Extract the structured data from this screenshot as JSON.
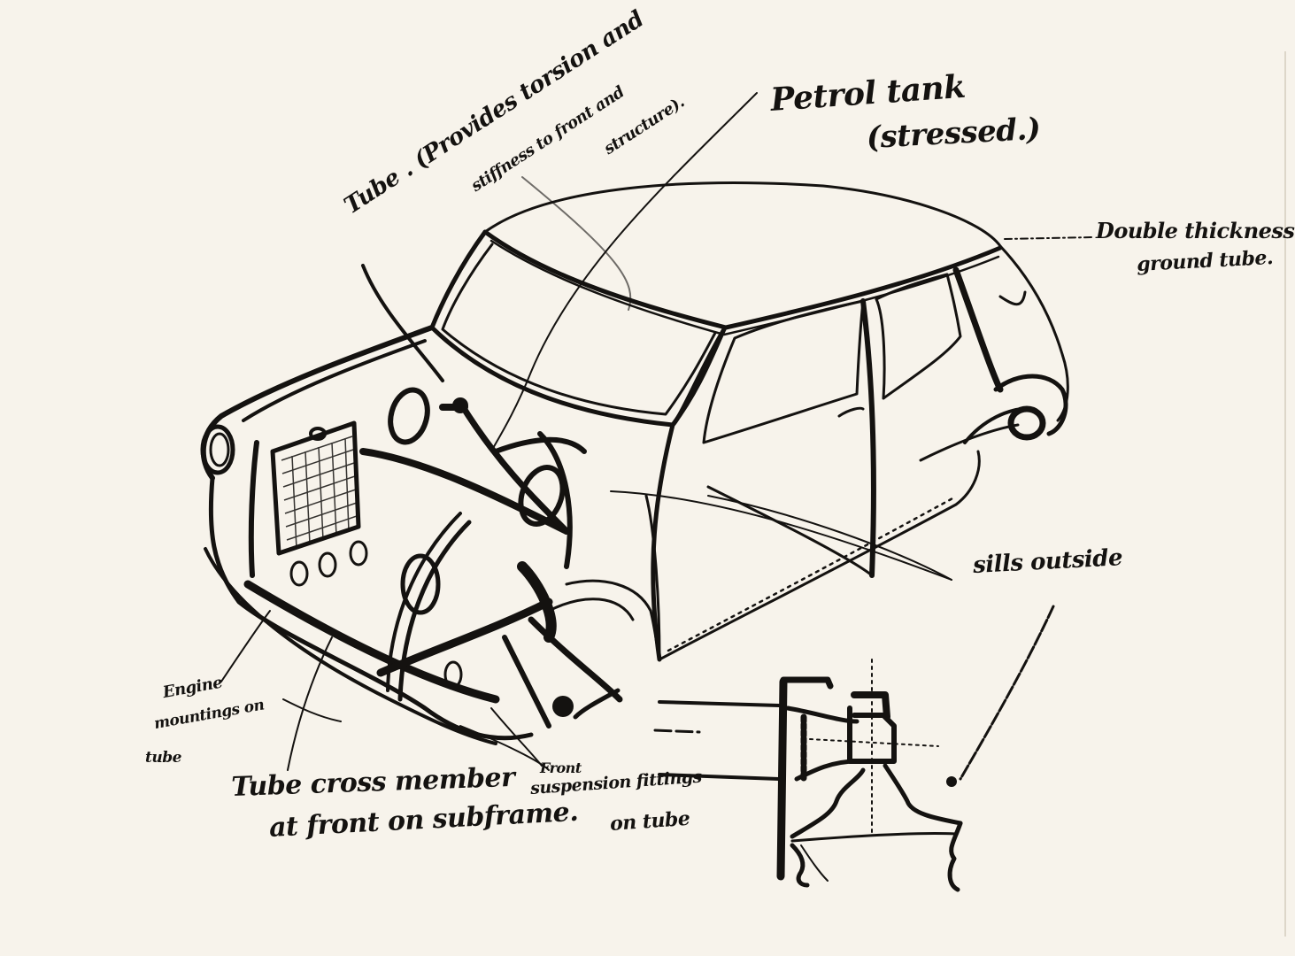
{
  "sketch": {
    "subject": "Car body shell concept sketch (Mini)",
    "ink_color": "#141210",
    "paper_color": "#f7f3eb",
    "annotations": {
      "tube_provides": {
        "line1": "Tube . (Provides torsion and",
        "line2": "stiffness to front and",
        "line3": "structure)."
      },
      "petrol_tank": {
        "line1": "Petrol tank",
        "line2": "(stressed.)"
      },
      "double_thickness": {
        "line1": "Double thickness",
        "line2": "ground tube."
      },
      "sills_outside": "sills outside",
      "engine_mountings": {
        "line1": "Engine",
        "line2": "mountings on",
        "line3": "tube"
      },
      "tube_cross_member": {
        "line1": "Tube cross member",
        "line2": "at front on subframe."
      },
      "front_suspension": {
        "line1": "Front",
        "line2": "suspension fittings",
        "line3": "on tube"
      }
    },
    "detail_views": [
      "sill-cross-section-detail"
    ]
  }
}
